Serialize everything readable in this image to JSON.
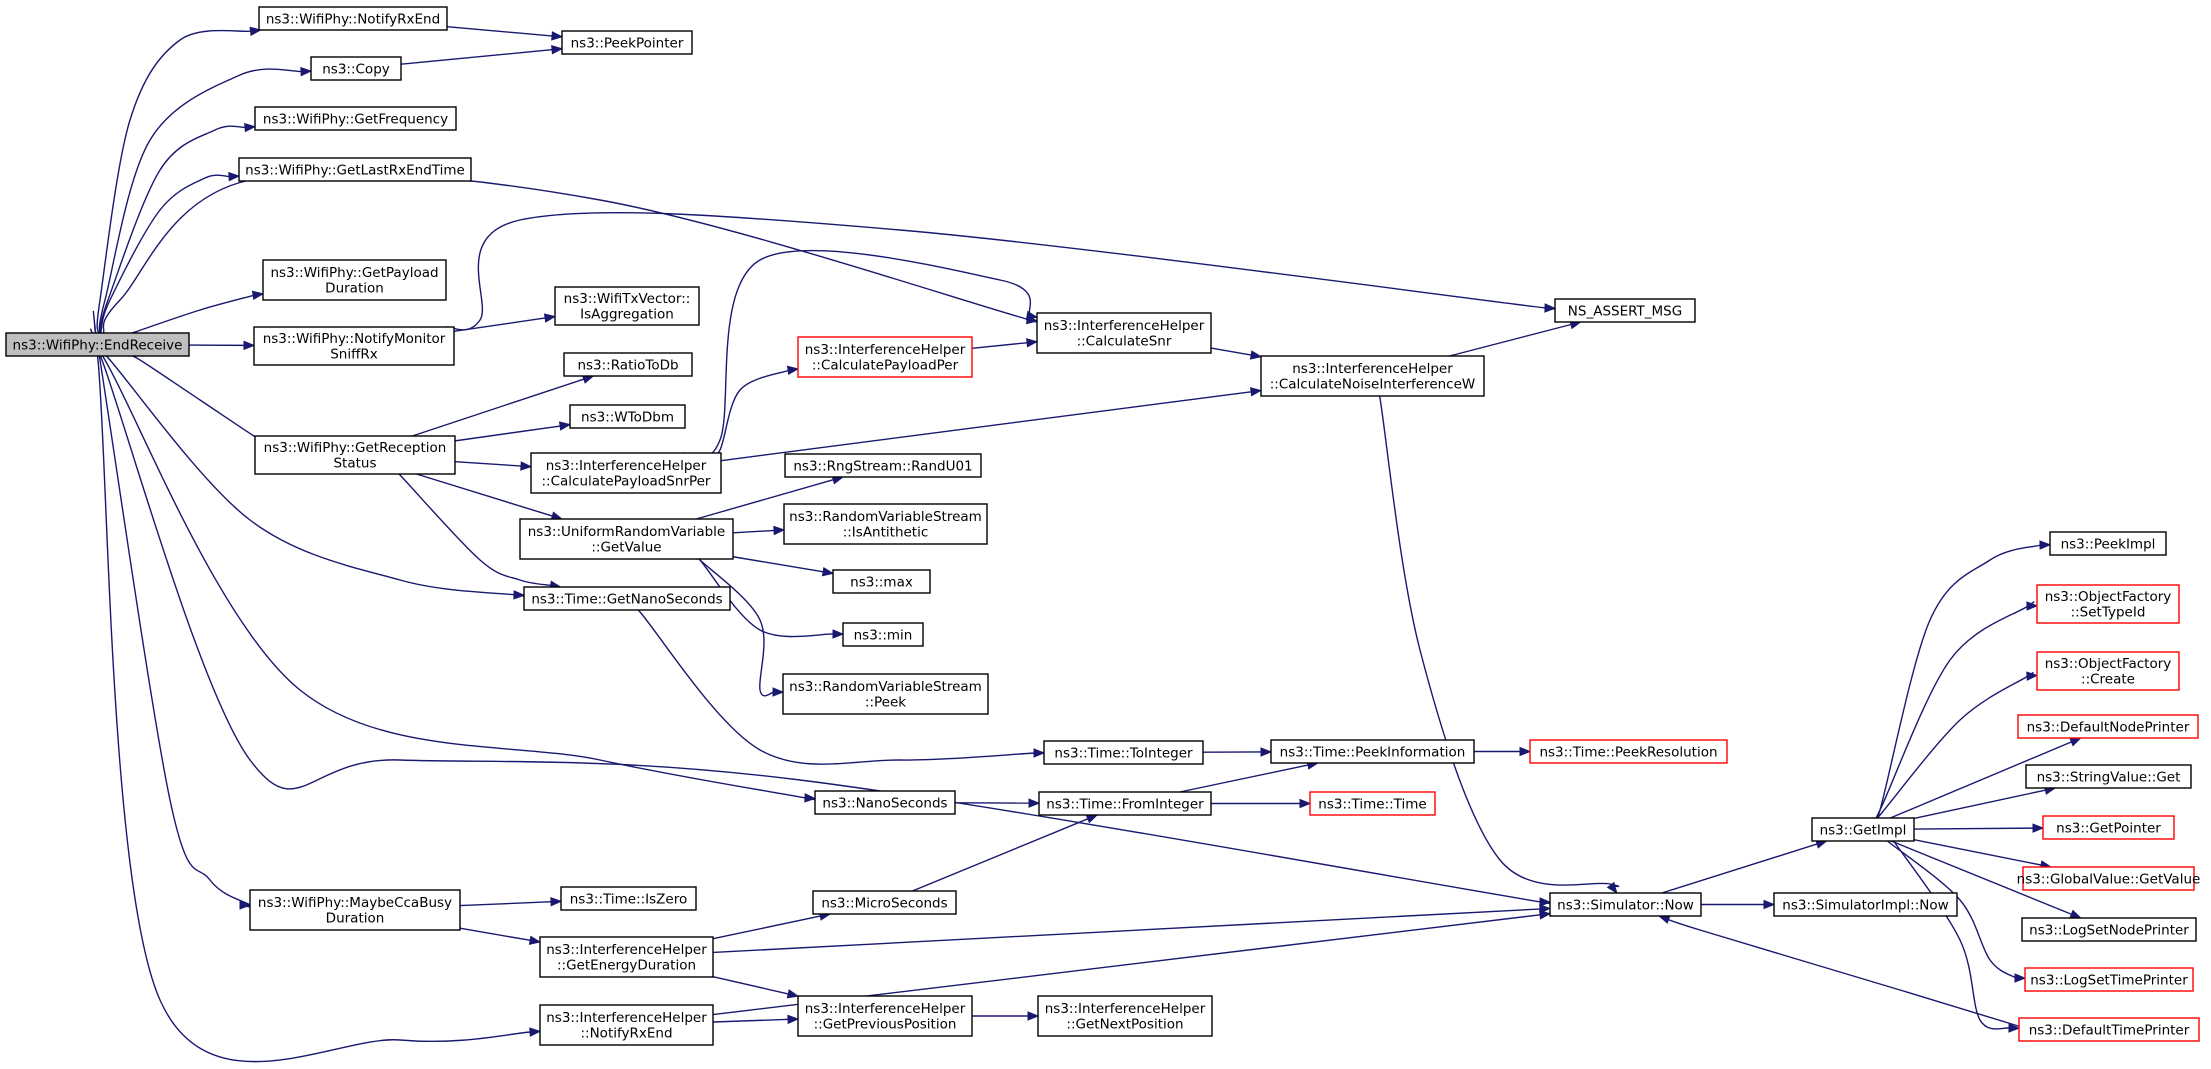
{
  "colors": {
    "edge": "#191970",
    "node_border": "#000000",
    "truncated_node_border": "#ff0000",
    "root_fill": "#bfbfbf",
    "background": "#ffffff"
  },
  "graph": {
    "nodes": [
      {
        "id": "root",
        "lines": [
          "ns3::WifiPhy::EndReceive"
        ],
        "kind": "root"
      },
      {
        "id": "notifyRxEnd",
        "lines": [
          "ns3::WifiPhy::NotifyRxEnd"
        ]
      },
      {
        "id": "copy",
        "lines": [
          "ns3::Copy"
        ]
      },
      {
        "id": "peekPointer",
        "lines": [
          "ns3::PeekPointer"
        ]
      },
      {
        "id": "getFrequency",
        "lines": [
          "ns3::WifiPhy::GetFrequency"
        ]
      },
      {
        "id": "getLastRxEndTime",
        "lines": [
          "ns3::WifiPhy::GetLastRxEndTime"
        ]
      },
      {
        "id": "getPayloadDuration",
        "lines": [
          "ns3::WifiPhy::GetPayload",
          "Duration"
        ]
      },
      {
        "id": "notifyMonitorSniffRx",
        "lines": [
          "ns3::WifiPhy::NotifyMonitor",
          "SniffRx"
        ]
      },
      {
        "id": "isAggregation",
        "lines": [
          "ns3::WifiTxVector::",
          "IsAggregation"
        ]
      },
      {
        "id": "getReceptionStatus",
        "lines": [
          "ns3::WifiPhy::GetReception",
          "Status"
        ]
      },
      {
        "id": "ratioToDb",
        "lines": [
          "ns3::RatioToDb"
        ]
      },
      {
        "id": "wToDbm",
        "lines": [
          "ns3::WToDbm"
        ]
      },
      {
        "id": "calcPayloadSnrPer",
        "lines": [
          "ns3::InterferenceHelper",
          "::CalculatePayloadSnrPer"
        ]
      },
      {
        "id": "calcPayloadPer",
        "lines": [
          "ns3::InterferenceHelper",
          "::CalculatePayloadPer"
        ],
        "kind": "red"
      },
      {
        "id": "calcSnr",
        "lines": [
          "ns3::InterferenceHelper",
          "::CalculateSnr"
        ]
      },
      {
        "id": "calcNoiseInterf",
        "lines": [
          "ns3::InterferenceHelper",
          "::CalculateNoiseInterferenceW"
        ]
      },
      {
        "id": "nsAssertMsg",
        "lines": [
          "NS_ASSERT_MSG"
        ]
      },
      {
        "id": "randU01",
        "lines": [
          "ns3::RngStream::RandU01"
        ]
      },
      {
        "id": "uniformGetValue",
        "lines": [
          "ns3::UniformRandomVariable",
          "::GetValue"
        ]
      },
      {
        "id": "isAntithetic",
        "lines": [
          "ns3::RandomVariableStream",
          "::IsAntithetic"
        ]
      },
      {
        "id": "max",
        "lines": [
          "ns3::max"
        ]
      },
      {
        "id": "min",
        "lines": [
          "ns3::min"
        ]
      },
      {
        "id": "rvsPeek",
        "lines": [
          "ns3::RandomVariableStream",
          "::Peek"
        ]
      },
      {
        "id": "getNanoSeconds",
        "lines": [
          "ns3::Time::GetNanoSeconds"
        ]
      },
      {
        "id": "toInteger",
        "lines": [
          "ns3::Time::ToInteger"
        ]
      },
      {
        "id": "peekInformation",
        "lines": [
          "ns3::Time::PeekInformation"
        ]
      },
      {
        "id": "peekResolution",
        "lines": [
          "ns3::Time::PeekResolution"
        ],
        "kind": "red"
      },
      {
        "id": "nanoSeconds",
        "lines": [
          "ns3::NanoSeconds"
        ]
      },
      {
        "id": "fromInteger",
        "lines": [
          "ns3::Time::FromInteger"
        ]
      },
      {
        "id": "timeTime",
        "lines": [
          "ns3::Time::Time"
        ],
        "kind": "red"
      },
      {
        "id": "maybeCcaBusy",
        "lines": [
          "ns3::WifiPhy::MaybeCcaBusy",
          "Duration"
        ]
      },
      {
        "id": "isZero",
        "lines": [
          "ns3::Time::IsZero"
        ]
      },
      {
        "id": "microSeconds",
        "lines": [
          "ns3::MicroSeconds"
        ]
      },
      {
        "id": "getEnergyDuration",
        "lines": [
          "ns3::InterferenceHelper",
          "::GetEnergyDuration"
        ]
      },
      {
        "id": "ihNotifyRxEnd",
        "lines": [
          "ns3::InterferenceHelper",
          "::NotifyRxEnd"
        ]
      },
      {
        "id": "getPreviousPosition",
        "lines": [
          "ns3::InterferenceHelper",
          "::GetPreviousPosition"
        ]
      },
      {
        "id": "getNextPosition",
        "lines": [
          "ns3::InterferenceHelper",
          "::GetNextPosition"
        ]
      },
      {
        "id": "simulatorNow",
        "lines": [
          "ns3::Simulator::Now"
        ]
      },
      {
        "id": "simImplNow",
        "lines": [
          "ns3::SimulatorImpl::Now"
        ]
      },
      {
        "id": "getImpl",
        "lines": [
          "ns3::GetImpl"
        ]
      },
      {
        "id": "peekImpl",
        "lines": [
          "ns3::PeekImpl"
        ]
      },
      {
        "id": "ofSetTypeId",
        "lines": [
          "ns3::ObjectFactory",
          "::SetTypeId"
        ],
        "kind": "red"
      },
      {
        "id": "ofCreate",
        "lines": [
          "ns3::ObjectFactory",
          "::Create"
        ],
        "kind": "red"
      },
      {
        "id": "defaultNodePrinter",
        "lines": [
          "ns3::DefaultNodePrinter"
        ],
        "kind": "red"
      },
      {
        "id": "stringValueGet",
        "lines": [
          "ns3::StringValue::Get"
        ]
      },
      {
        "id": "getPointer",
        "lines": [
          "ns3::GetPointer"
        ],
        "kind": "red"
      },
      {
        "id": "globalValueGetValue",
        "lines": [
          "ns3::GlobalValue::GetValue"
        ],
        "kind": "red"
      },
      {
        "id": "logSetNodePrinter",
        "lines": [
          "ns3::LogSetNodePrinter"
        ]
      },
      {
        "id": "logSetTimePrinter",
        "lines": [
          "ns3::LogSetTimePrinter"
        ],
        "kind": "red"
      },
      {
        "id": "defaultTimePrinter",
        "lines": [
          "ns3::DefaultTimePrinter"
        ],
        "kind": "red"
      }
    ],
    "edges": [
      [
        "root",
        "notifyRxEnd"
      ],
      [
        "root",
        "copy"
      ],
      [
        "root",
        "getFrequency"
      ],
      [
        "root",
        "getLastRxEndTime"
      ],
      [
        "root",
        "calcSnr"
      ],
      [
        "root",
        "getPayloadDuration"
      ],
      [
        "root",
        "notifyMonitorSniffRx"
      ],
      [
        "root",
        "getReceptionStatus"
      ],
      [
        "root",
        "getNanoSeconds"
      ],
      [
        "root",
        "nanoSeconds"
      ],
      [
        "root",
        "simulatorNow"
      ],
      [
        "root",
        "maybeCcaBusy"
      ],
      [
        "root",
        "ihNotifyRxEnd"
      ],
      [
        "notifyRxEnd",
        "peekPointer"
      ],
      [
        "copy",
        "peekPointer"
      ],
      [
        "notifyMonitorSniffRx",
        "isAggregation"
      ],
      [
        "notifyMonitorSniffRx",
        "nsAssertMsg"
      ],
      [
        "getReceptionStatus",
        "ratioToDb"
      ],
      [
        "getReceptionStatus",
        "wToDbm"
      ],
      [
        "getReceptionStatus",
        "calcPayloadSnrPer"
      ],
      [
        "getReceptionStatus",
        "uniformGetValue"
      ],
      [
        "getReceptionStatus",
        "getNanoSeconds"
      ],
      [
        "calcPayloadSnrPer",
        "calcPayloadPer"
      ],
      [
        "calcPayloadSnrPer",
        "calcSnr"
      ],
      [
        "calcPayloadSnrPer",
        "calcNoiseInterf"
      ],
      [
        "calcPayloadPer",
        "calcSnr"
      ],
      [
        "calcSnr",
        "calcNoiseInterf"
      ],
      [
        "calcNoiseInterf",
        "nsAssertMsg"
      ],
      [
        "calcNoiseInterf",
        "simulatorNow"
      ],
      [
        "uniformGetValue",
        "randU01"
      ],
      [
        "uniformGetValue",
        "isAntithetic"
      ],
      [
        "uniformGetValue",
        "max"
      ],
      [
        "uniformGetValue",
        "min"
      ],
      [
        "uniformGetValue",
        "rvsPeek"
      ],
      [
        "getNanoSeconds",
        "toInteger"
      ],
      [
        "toInteger",
        "peekInformation"
      ],
      [
        "peekInformation",
        "peekResolution"
      ],
      [
        "nanoSeconds",
        "fromInteger"
      ],
      [
        "fromInteger",
        "peekInformation"
      ],
      [
        "fromInteger",
        "timeTime"
      ],
      [
        "maybeCcaBusy",
        "isZero"
      ],
      [
        "maybeCcaBusy",
        "getEnergyDuration"
      ],
      [
        "getEnergyDuration",
        "microSeconds"
      ],
      [
        "getEnergyDuration",
        "simulatorNow"
      ],
      [
        "getEnergyDuration",
        "getPreviousPosition"
      ],
      [
        "microSeconds",
        "fromInteger"
      ],
      [
        "ihNotifyRxEnd",
        "getPreviousPosition"
      ],
      [
        "ihNotifyRxEnd",
        "simulatorNow"
      ],
      [
        "getPreviousPosition",
        "getNextPosition"
      ],
      [
        "simulatorNow",
        "simImplNow"
      ],
      [
        "simulatorNow",
        "getImpl"
      ],
      [
        "getImpl",
        "peekImpl"
      ],
      [
        "getImpl",
        "ofSetTypeId"
      ],
      [
        "getImpl",
        "ofCreate"
      ],
      [
        "getImpl",
        "defaultNodePrinter"
      ],
      [
        "getImpl",
        "stringValueGet"
      ],
      [
        "getImpl",
        "getPointer"
      ],
      [
        "getImpl",
        "globalValueGetValue"
      ],
      [
        "getImpl",
        "logSetNodePrinter"
      ],
      [
        "getImpl",
        "logSetTimePrinter"
      ],
      [
        "getImpl",
        "defaultTimePrinter"
      ],
      [
        "defaultTimePrinter",
        "simulatorNow"
      ]
    ]
  }
}
